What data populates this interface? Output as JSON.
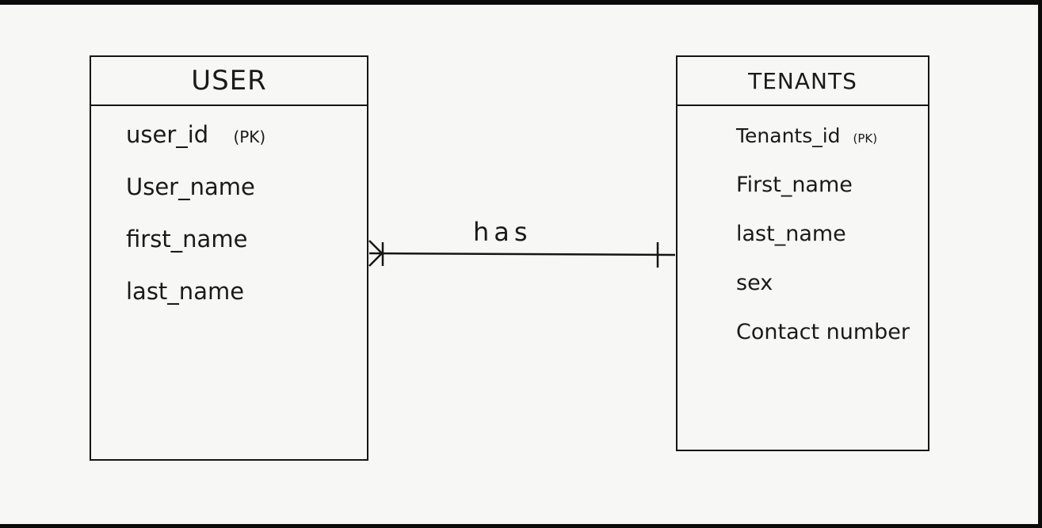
{
  "entities": {
    "user": {
      "name": "USER",
      "attributes": [
        "user_id",
        "User_name",
        "first_name",
        "last_name"
      ],
      "pk_marker": "(PK)"
    },
    "tenants": {
      "name": "TENANTS",
      "attributes": [
        "Tenants_id",
        "First_name",
        "last_name",
        "sex",
        "Contact number"
      ],
      "pk_marker": "(PK)"
    }
  },
  "relationship": {
    "label": "has",
    "from": "USER",
    "to": "TENANTS",
    "from_cardinality": "many",
    "to_cardinality": "one"
  }
}
